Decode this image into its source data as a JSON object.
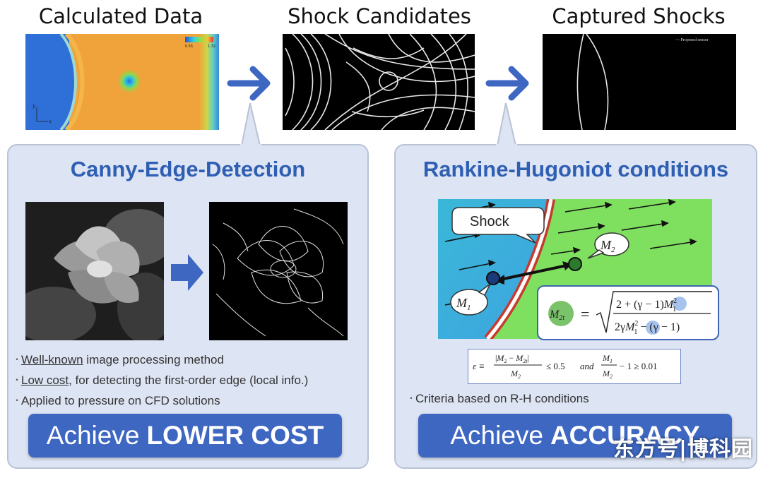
{
  "titles": {
    "calculated": "Calculated Data",
    "candidates": "Shock Candidates",
    "captured": "Captured Shocks"
  },
  "colorbar": {
    "min": "0.55",
    "max": "1.32"
  },
  "axes_labels": {
    "y": "y",
    "x": "x"
  },
  "captured_legend": "--- Proposed sensor",
  "left_panel": {
    "title": "Canny-Edge-Detection",
    "bullets": [
      {
        "underlined": "Well-known",
        "rest": " image processing method"
      },
      {
        "underlined": "Low cost",
        "rest": ", for detecting the first-order edge (local info.)"
      },
      {
        "underlined": "",
        "rest": "Applied to pressure on CFD solutions"
      }
    ],
    "achieve_prefix": "Achieve",
    "achieve_bold": "LOWER COST"
  },
  "right_panel": {
    "title": "Rankine-Hugoniot conditions",
    "shock_label": "Shock",
    "m1_label": "M",
    "m1_sub": "1",
    "m2_label": "M",
    "m2_sub": "2",
    "m2t_label": "M",
    "m2t_sub": "2t",
    "bullet": "Criteria based on R-H conditions",
    "achieve_prefix": "Achieve",
    "achieve_bold": "ACCURACY"
  },
  "watermark": "东方号|博科园",
  "colors": {
    "accent": "#3e67c2",
    "panel_bg": "#dde4f3",
    "title_blue": "#2f5fb3"
  }
}
